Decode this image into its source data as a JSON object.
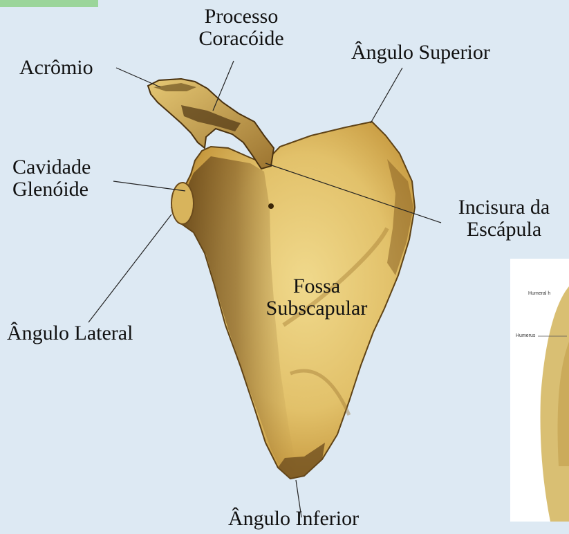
{
  "labels": {
    "acromio": "Acrômio",
    "processo_coracoide_line1": "Processo",
    "processo_coracoide_line2": "Coracóide",
    "angulo_superior": "Ângulo Superior",
    "cavidade_glenoide_line1": "Cavidade",
    "cavidade_glenoide_line2": "Glenóide",
    "incisura_line1": "Incisura da",
    "incisura_line2": "Escápula",
    "fossa_line1": "Fossa",
    "fossa_line2": "Subscapular",
    "angulo_lateral": "Ângulo Lateral",
    "angulo_inferior": "Ângulo Inferior"
  },
  "inset": {
    "label_humeral": "Humeral h",
    "label_humerus": "Humerus"
  },
  "colors": {
    "background": "#dde9f3",
    "bone_light": "#e9cf7e",
    "bone_mid": "#c9a24a",
    "bone_dark": "#6a4a1c",
    "accent_tab": "#9bd59a"
  }
}
